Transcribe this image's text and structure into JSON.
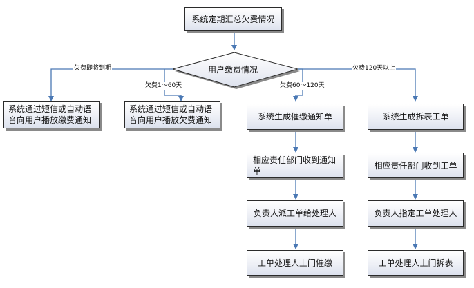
{
  "nodes": {
    "start": "系统定期汇总欠费情况",
    "decision": "用户缴费情况",
    "notify_due": "系统通过短信或自动语音向用户播放缴费通知",
    "notify_arrears": "系统通过短信或自动语音向用户播放欠费通知",
    "gen_urge": "系统生成催缴通知单",
    "dept_receive_notice": "相应责任部门收到通知单",
    "assign_worker": "负责人派工单给处理人",
    "door_urge": "工单处理人上门催缴",
    "gen_remove": "系统生成拆表工单",
    "dept_receive_order": "相应责任部门收到工单",
    "assign_handler": "负责人指定工单处理人",
    "door_remove": "工单处理人上门拆表"
  },
  "edges": {
    "due_soon": "欠费即将到期",
    "owe_1_60": "欠费1～60天",
    "owe_60_120": "欠费60～120天",
    "owe_120_plus": "欠费120天以上"
  },
  "colors": {
    "arrow": "#4a78b4",
    "border": "#2b2b2b",
    "fill_top": "#ffffff",
    "fill_bottom": "#dde2ee"
  }
}
